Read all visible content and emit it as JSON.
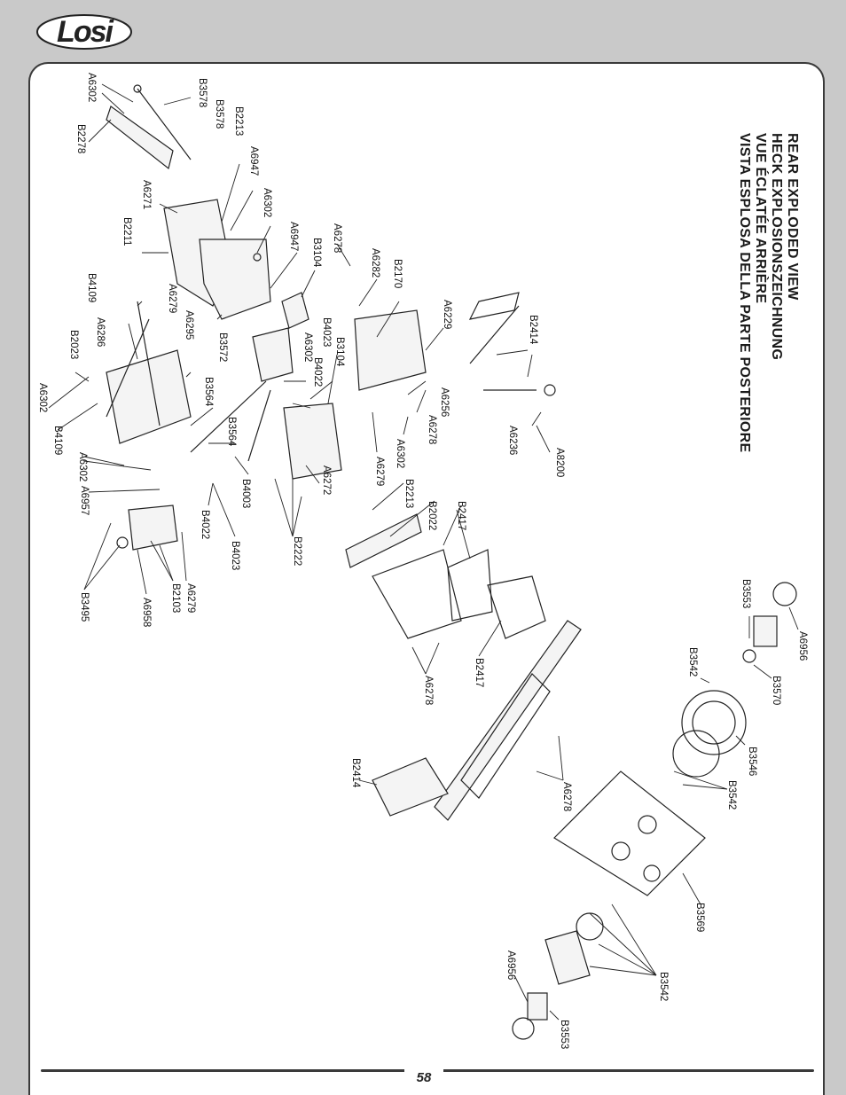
{
  "brand": {
    "logo_text": "Losi"
  },
  "page": {
    "number": "58"
  },
  "titles": [
    "REAR EXPLODED VIEW",
    "HECK EXPLOSIONSZEICHNUNG",
    "VUE ÉCLATÉE ARRIÈRE",
    "VISTA ESPLOSA DELLA PARTE POSTERIORE"
  ],
  "labels": {
    "l01": "A6302",
    "l02": "B3578",
    "l03": "B3578",
    "l04": "B2278",
    "l05": "B2213",
    "l06": "A6947",
    "l07": "A6271",
    "l08": "B2211",
    "l09": "A6302",
    "l10": "A6947",
    "l11": "A6278",
    "l12": "A6282",
    "l13": "B2170",
    "l14": "B3104",
    "l15": "A6229",
    "l16": "B2414",
    "l17": "B4109",
    "l18": "A6286",
    "l19": "A6279",
    "l20": "A6295",
    "l21": "B3572",
    "l22": "B4023",
    "l23": "B3104",
    "l24": "A6302",
    "l25": "B4022",
    "l26": "B2023",
    "l27": "A6302",
    "l28": "B4109",
    "l29": "B3564",
    "l30": "B3564",
    "l31": "A6256",
    "l32": "A6278",
    "l33": "A6236",
    "l34": "A8200",
    "l35": "A6302",
    "l36": "A6279",
    "l37": "A6302",
    "l38": "A6957",
    "l39": "B4003",
    "l40": "A6272",
    "l41": "B2213",
    "l42": "B2022",
    "l43": "B2417",
    "l44": "B4022",
    "l45": "B4023",
    "l46": "B2222",
    "l47": "A6279",
    "l48": "B2103",
    "l49": "B3495",
    "l50": "A6958",
    "l51": "B3553",
    "l52": "A6956",
    "l53": "A6278",
    "l54": "B2417",
    "l55": "B3542",
    "l56": "B3570",
    "l57": "B3546",
    "l58": "B2414",
    "l59": "A6278",
    "l60": "B3542",
    "l61": "B3569",
    "l62": "A6956",
    "l63": "B3542",
    "l64": "B3553"
  }
}
